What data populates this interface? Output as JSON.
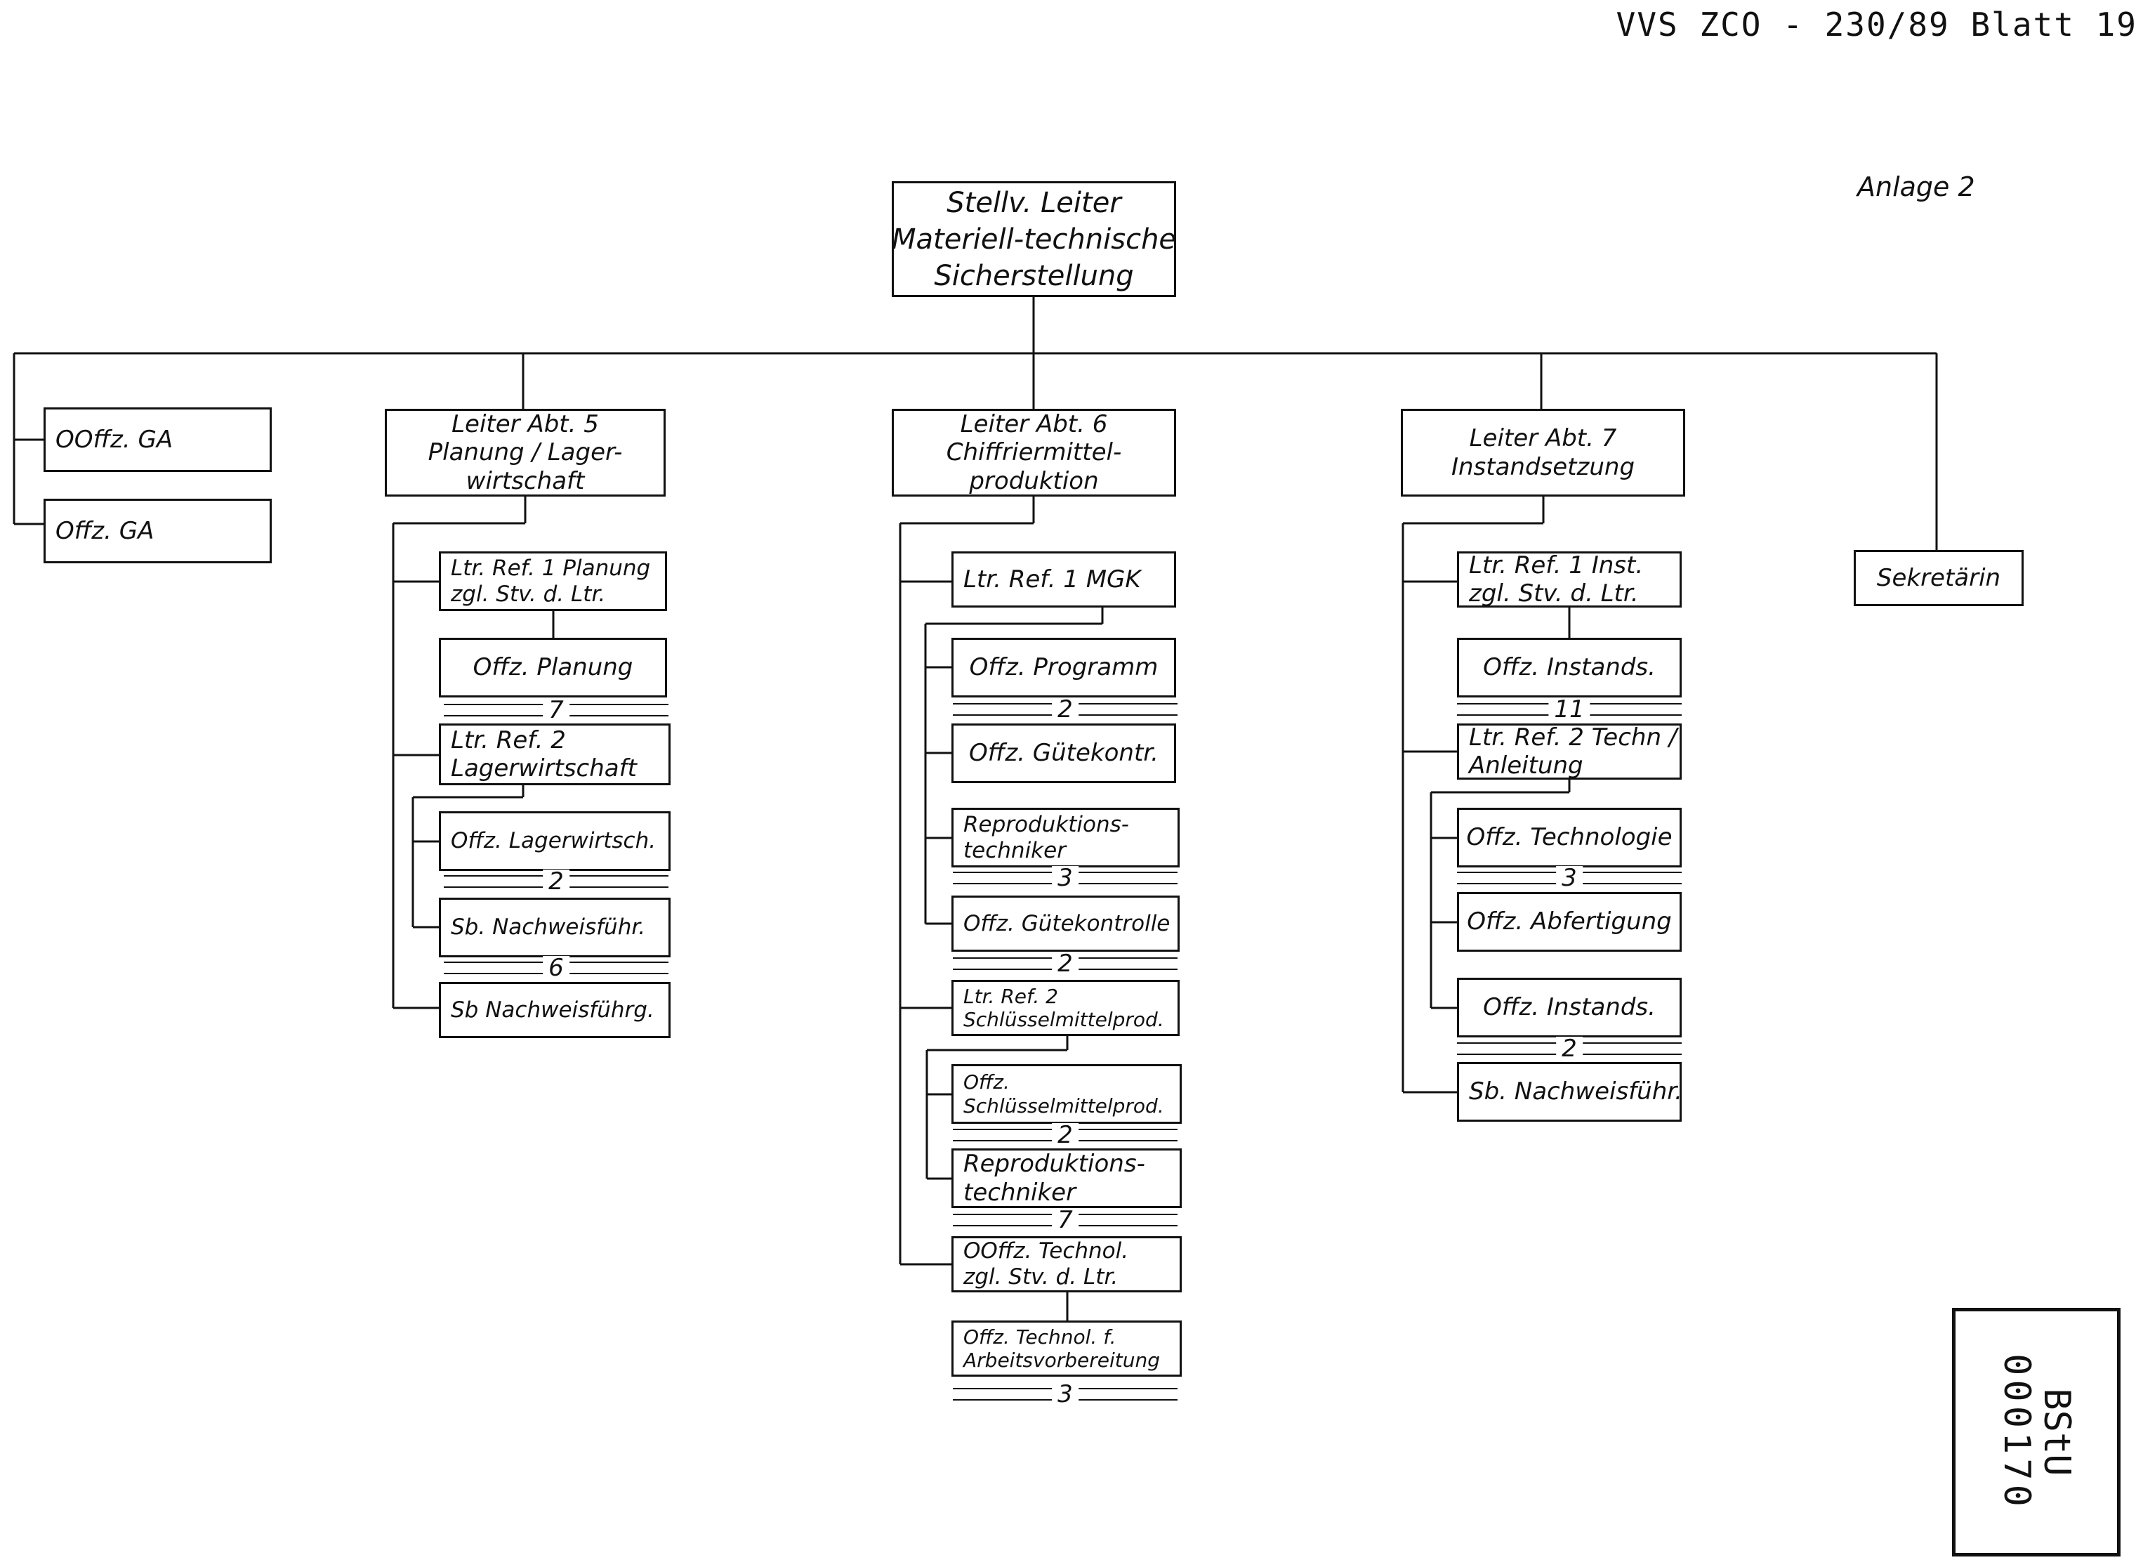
{
  "header": "VVS  ZCO - 230/89  Blatt 19",
  "annex": "Anlage 2",
  "stamp": {
    "label": "BStU",
    "number": "000170"
  },
  "boxes": {
    "top": [
      "Stellv. Leiter",
      "Materiell-technische",
      "Sicherstellung"
    ],
    "oofz_ga": [
      "OOffz. GA"
    ],
    "offz_ga": [
      "Offz. GA"
    ],
    "abt5": [
      "Leiter Abt. 5",
      "Planung / Lager-",
      "wirtschaft"
    ],
    "abt6": [
      "Leiter Abt. 6",
      "Chiffriermittel-",
      "produktion"
    ],
    "abt7": [
      "Leiter Abt. 7",
      "Instandsetzung"
    ],
    "sekretaerin": [
      "Sekretärin"
    ],
    "a5_ref1": [
      "Ltr. Ref. 1 Planung",
      "zgl. Stv. d. Ltr."
    ],
    "a5_planung": [
      "Offz. Planung"
    ],
    "a5_ref2": [
      "Ltr. Ref. 2",
      "Lagerwirtschaft"
    ],
    "a5_lager": [
      "Offz. Lagerwirtsch."
    ],
    "a5_sb1": [
      "Sb. Nachweisführ."
    ],
    "a5_sb2": [
      "Sb Nachweisführg."
    ],
    "a6_ref1": [
      "Ltr. Ref. 1  MGK"
    ],
    "a6_prog": [
      "Offz. Programm"
    ],
    "a6_guete1": [
      "Offz. Gütekontr."
    ],
    "a6_repro1": [
      "Reproduktions-",
      "techniker"
    ],
    "a6_guete2": [
      "Offz. Gütekontrolle"
    ],
    "a6_ref2": [
      "Ltr. Ref. 2",
      "Schlüsselmittelprod."
    ],
    "a6_schl": [
      "Offz.",
      "Schlüsselmittelprod."
    ],
    "a6_repro2": [
      "Reproduktions-",
      "techniker"
    ],
    "a6_oofz": [
      "OOffz. Technol.",
      "zgl. Stv. d. Ltr."
    ],
    "a6_techarb": [
      "Offz. Technol. f.",
      "Arbeitsvorbereitung"
    ],
    "a7_ref1": [
      "Ltr. Ref. 1  Inst.",
      "zgl. Stv. d. Ltr."
    ],
    "a7_inst1": [
      "Offz. Instands."
    ],
    "a7_ref2": [
      "Ltr. Ref. 2 Techn /",
      "Anleitung"
    ],
    "a7_tech": [
      "Offz. Technologie"
    ],
    "a7_abf": [
      "Offz. Abfertigung"
    ],
    "a7_inst2": [
      "Offz. Instands."
    ],
    "a7_sb": [
      "Sb. Nachweisführ."
    ]
  },
  "counts": {
    "a5_planung": "7",
    "a5_lager": "2",
    "a5_sb1": "6",
    "a6_prog": "2",
    "a6_repro1": "3",
    "a6_guete2": "2",
    "a6_schl": "2",
    "a6_repro2": "7",
    "a6_techarb": "3",
    "a7_inst1": "11",
    "a7_tech": "3",
    "a7_inst2": "2"
  }
}
